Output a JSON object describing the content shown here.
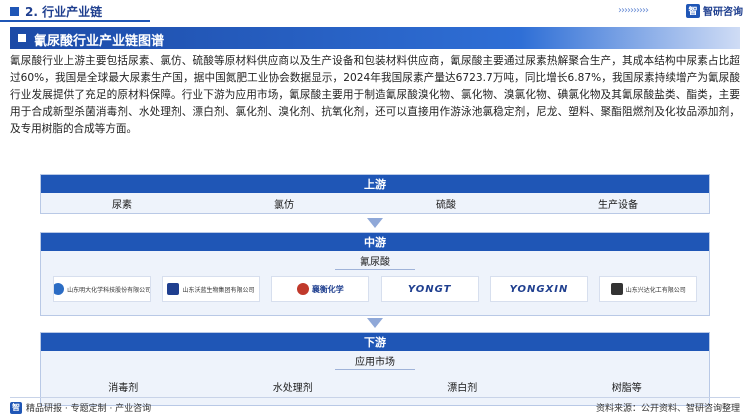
{
  "header": {
    "section": "2. 行业产业链",
    "brand": "智研咨询",
    "brand_logo": "智"
  },
  "banner": {
    "title": "氰尿酸行业产业链图谱"
  },
  "paragraph": "氰尿酸行业上游主要包括尿素、氯仿、硫酸等原材料供应商以及生产设备和包装材料供应商，氰尿酸主要通过尿素热解聚合生产，其成本结构中尿素占比超过60%，我国是全球最大尿素生产国，据中国氮肥工业协会数据显示，2024年我国尿素产量达6723.7万吨，同比增长6.87%，我国尿素持续增产为氰尿酸行业发展提供了充足的原材料保障。行业下游为应用市场，氰尿酸主要用于制造氰尿酸溴化物、氯化物、溴氯化物、碘氯化物及其氰尿酸盐类、酯类，主要用于合成新型杀菌消毒剂、水处理剂、漂白剂、氯化剂、溴化剂、抗氧化剂，还可以直接用作游泳池氯稳定剂，尼龙、塑料、聚酯阻燃剂及化妆品添加剂，及专用树脂的合成等方面。",
  "chain": {
    "upstream": {
      "label": "上游",
      "items": [
        "尿素",
        "氯仿",
        "硫酸",
        "生产设备"
      ]
    },
    "midstream": {
      "label": "中游",
      "sub": "氰尿酸",
      "companies": [
        {
          "name": "山东明大化学科技股份有限公司",
          "color": "#2b6cc4",
          "icon": "globe-logo-icon"
        },
        {
          "name": "山东沃蓝生物集团有限公司",
          "color": "#1f3f8f",
          "icon": "wolan-logo-icon"
        },
        {
          "name": "襄衡化学",
          "color": "#c0392b",
          "icon": "red-ring-logo-icon"
        },
        {
          "name": "YONGT",
          "color": "#2b6cc4",
          "icon": "yongt-logo-icon"
        },
        {
          "name": "YONGXIN",
          "color": "#2b6cc4",
          "icon": "yd-logo-icon"
        },
        {
          "name": "山东兴达化工有限公司",
          "color": "#333333",
          "icon": "xd-logo-icon"
        }
      ]
    },
    "downstream": {
      "label": "下游",
      "sub": "应用市场",
      "items": [
        "消毒剂",
        "水处理剂",
        "漂白剂",
        "树脂等"
      ]
    }
  },
  "footer": {
    "left": "精品研报 · 专题定制 · 产业咨询",
    "logo": "智",
    "right": "资料来源：公开资料、智研咨询整理"
  }
}
